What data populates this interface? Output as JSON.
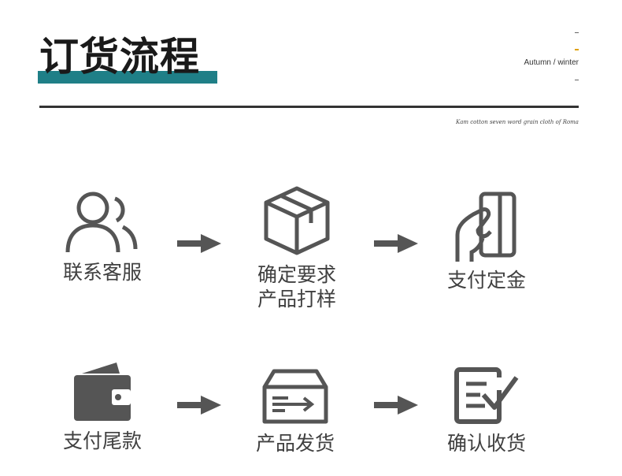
{
  "header": {
    "title": "订货流程",
    "season_a": "Autumn",
    "season_sep": "/",
    "season_b": "winter",
    "script_text": "Kam cotton seven word grain cloth of Roma"
  },
  "steps": [
    {
      "icon": "user-group-icon",
      "label_line1": "联系客服",
      "label_line2": ""
    },
    {
      "icon": "box-icon",
      "label_line1": "确定要求",
      "label_line2": "产品打样"
    },
    {
      "icon": "hand-card-icon",
      "label_line1": "支付定金",
      "label_line2": ""
    },
    {
      "icon": "wallet-icon",
      "label_line1": "支付尾款",
      "label_line2": ""
    },
    {
      "icon": "delivery-box-icon",
      "label_line1": "产品发货",
      "label_line2": ""
    },
    {
      "icon": "checklist-icon",
      "label_line1": "确认收货",
      "label_line2": ""
    }
  ],
  "colors": {
    "accent": "#1f7f87",
    "icon": "#555555",
    "text": "#404040",
    "yellow_tick": "#e0a100"
  }
}
